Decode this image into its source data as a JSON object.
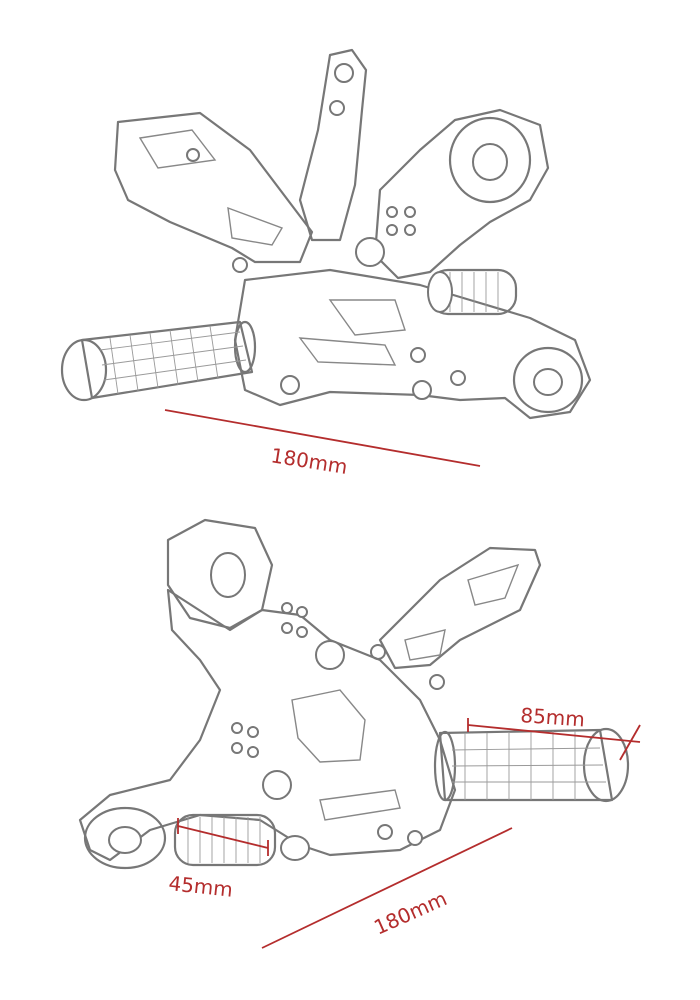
{
  "dimensions": {
    "top_length": "180mm",
    "bottom_length": "180mm",
    "peg_length": "85mm",
    "spring_length": "45mm"
  },
  "colors": {
    "dimension": "#b42d2d",
    "outline": "#777777",
    "background": "#ffffff"
  }
}
